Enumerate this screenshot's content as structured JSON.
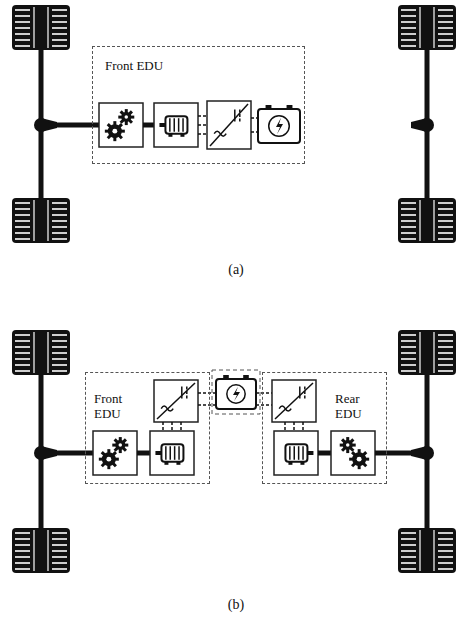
{
  "diagram": {
    "nodes": [
      {
        "text": [
          "Front EDU"
        ]
      },
      {
        "text": [
          "Front EDU"
        ]
      },
      {
        "text": [
          "Rear EDU"
        ]
      }
    ],
    "labels": [
      "(a)",
      "(b)"
    ]
  }
}
